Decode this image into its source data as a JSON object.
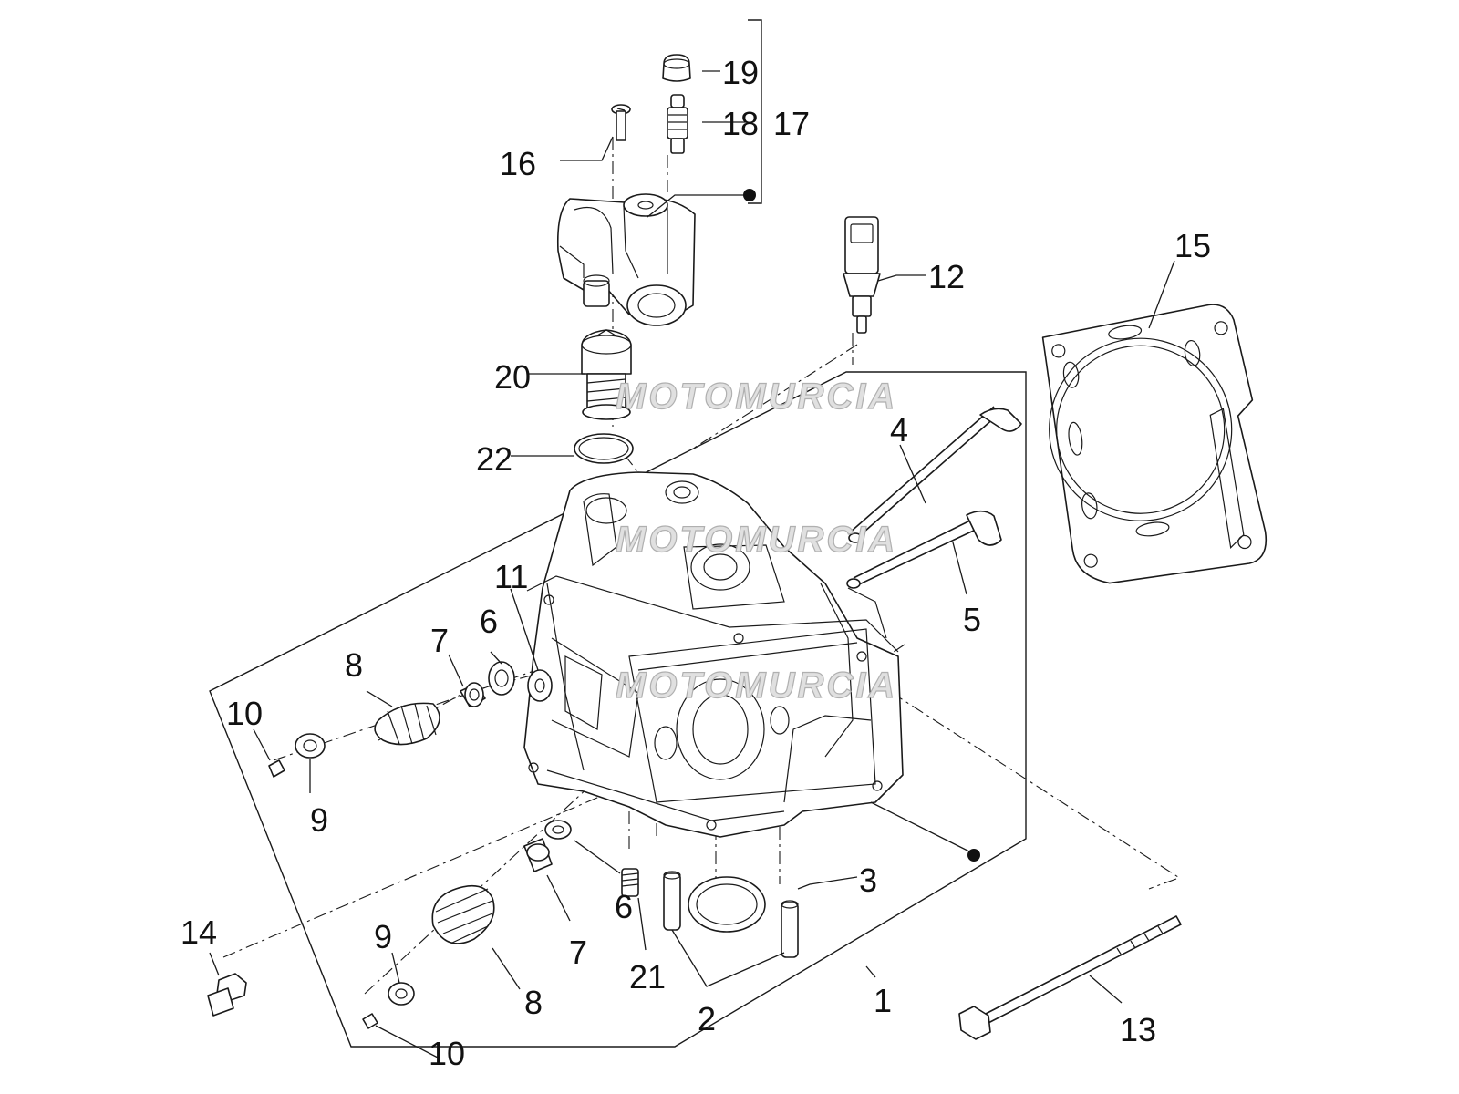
{
  "diagram": {
    "callouts": [
      {
        "id": "c1",
        "text": "1"
      },
      {
        "id": "c2",
        "text": "2"
      },
      {
        "id": "c3",
        "text": "3"
      },
      {
        "id": "c4",
        "text": "4"
      },
      {
        "id": "c5",
        "text": "5"
      },
      {
        "id": "c6a",
        "text": "6"
      },
      {
        "id": "c6b",
        "text": "6"
      },
      {
        "id": "c7a",
        "text": "7"
      },
      {
        "id": "c7b",
        "text": "7"
      },
      {
        "id": "c8a",
        "text": "8"
      },
      {
        "id": "c8b",
        "text": "8"
      },
      {
        "id": "c9a",
        "text": "9"
      },
      {
        "id": "c9b",
        "text": "9"
      },
      {
        "id": "c10a",
        "text": "10"
      },
      {
        "id": "c10b",
        "text": "10"
      },
      {
        "id": "c11",
        "text": "11"
      },
      {
        "id": "c12",
        "text": "12"
      },
      {
        "id": "c13",
        "text": "13"
      },
      {
        "id": "c14",
        "text": "14"
      },
      {
        "id": "c15",
        "text": "15"
      },
      {
        "id": "c16",
        "text": "16"
      },
      {
        "id": "c17",
        "text": "17"
      },
      {
        "id": "c18",
        "text": "18"
      },
      {
        "id": "c19",
        "text": "19"
      },
      {
        "id": "c20",
        "text": "20"
      },
      {
        "id": "c21",
        "text": "21"
      },
      {
        "id": "c22",
        "text": "22"
      }
    ],
    "watermark": "MOTOMURCIA"
  }
}
